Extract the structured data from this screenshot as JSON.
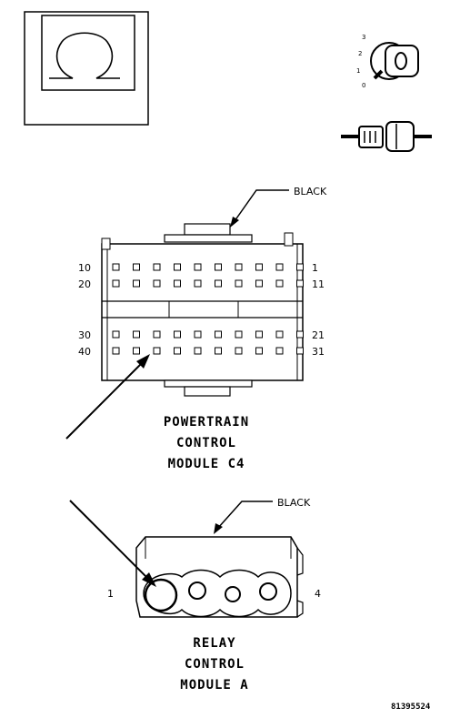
{
  "ignition_switch": {
    "positions": [
      "3",
      "2",
      "1",
      "0"
    ]
  },
  "connector_c4": {
    "color_label": "BLACK",
    "pin_labels": {
      "top_left": "10",
      "second_left": "20",
      "top_right": "1",
      "second_right": "11",
      "third_left": "30",
      "bottom_left": "40",
      "third_right": "21",
      "bottom_right": "31"
    },
    "title_lines": [
      "POWERTRAIN",
      "CONTROL",
      "MODULE C4"
    ]
  },
  "connector_a": {
    "color_label": "BLACK",
    "pin_labels": {
      "left": "1",
      "right": "4"
    },
    "title_lines": [
      "RELAY",
      "CONTROL",
      "MODULE A"
    ]
  },
  "figure_ref": "81395524"
}
